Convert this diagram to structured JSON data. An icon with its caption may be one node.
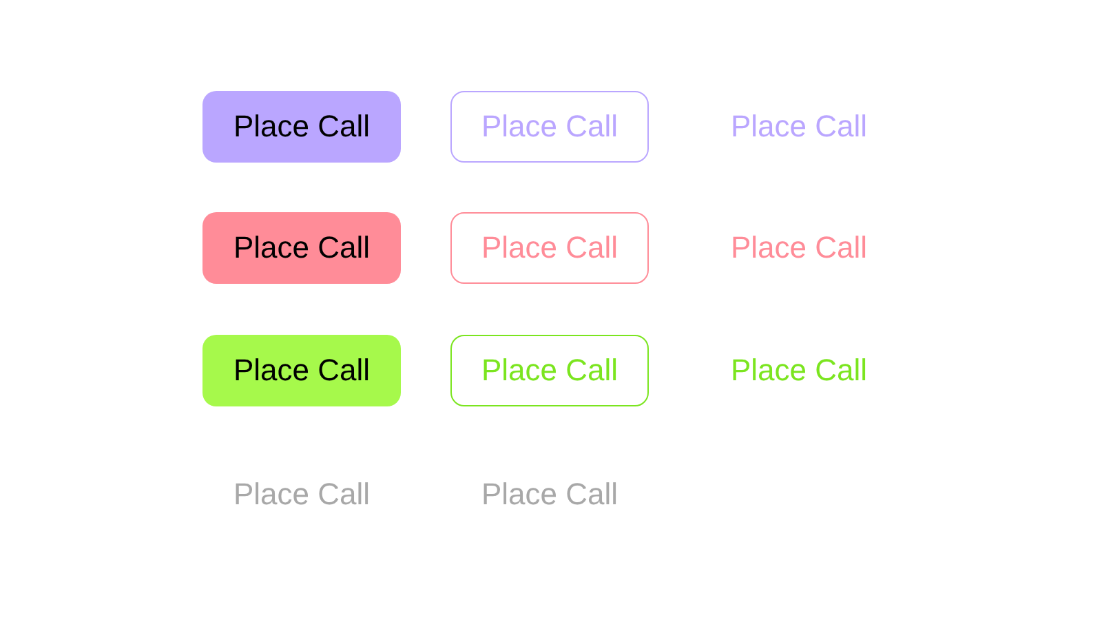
{
  "diagram": {
    "nodes": [
      {
        "text": [
          "Place Call"
        ]
      },
      {
        "text": [
          "Place Call"
        ]
      },
      {
        "text": [
          "Place Call"
        ]
      },
      {
        "text": [
          "Place Call"
        ]
      },
      {
        "text": [
          "Place Call"
        ]
      },
      {
        "text": [
          "Place Call"
        ]
      }
    ],
    "labels": [
      "Place Call",
      "Place Call",
      "Place Call",
      "Place Call",
      "Place Call"
    ]
  }
}
